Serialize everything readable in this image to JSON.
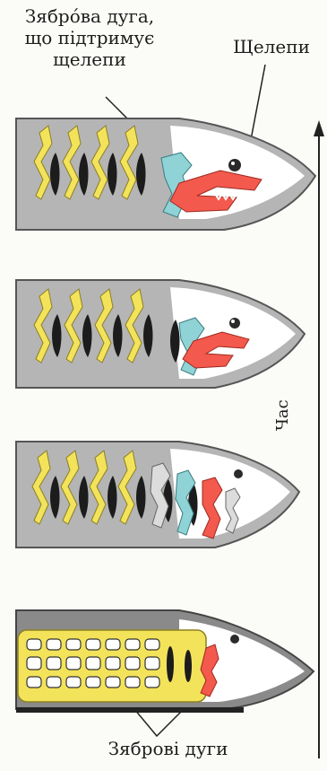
{
  "labels": {
    "gill_arch_line1": "Зябрóва дуга,",
    "gill_arch_line2": "що підтримує",
    "gill_arch_line3": "щелепи",
    "jaws": "Щелепи",
    "time_axis": "Час",
    "gill_arches": "Зяброві дуги"
  },
  "colors": {
    "cartilage_yellow": "#f3e35a",
    "gill_arch_teal": "#8fd3d6",
    "jaw_red": "#f3594c",
    "body_gray": "#b9b9b9",
    "dark": "#222222"
  }
}
